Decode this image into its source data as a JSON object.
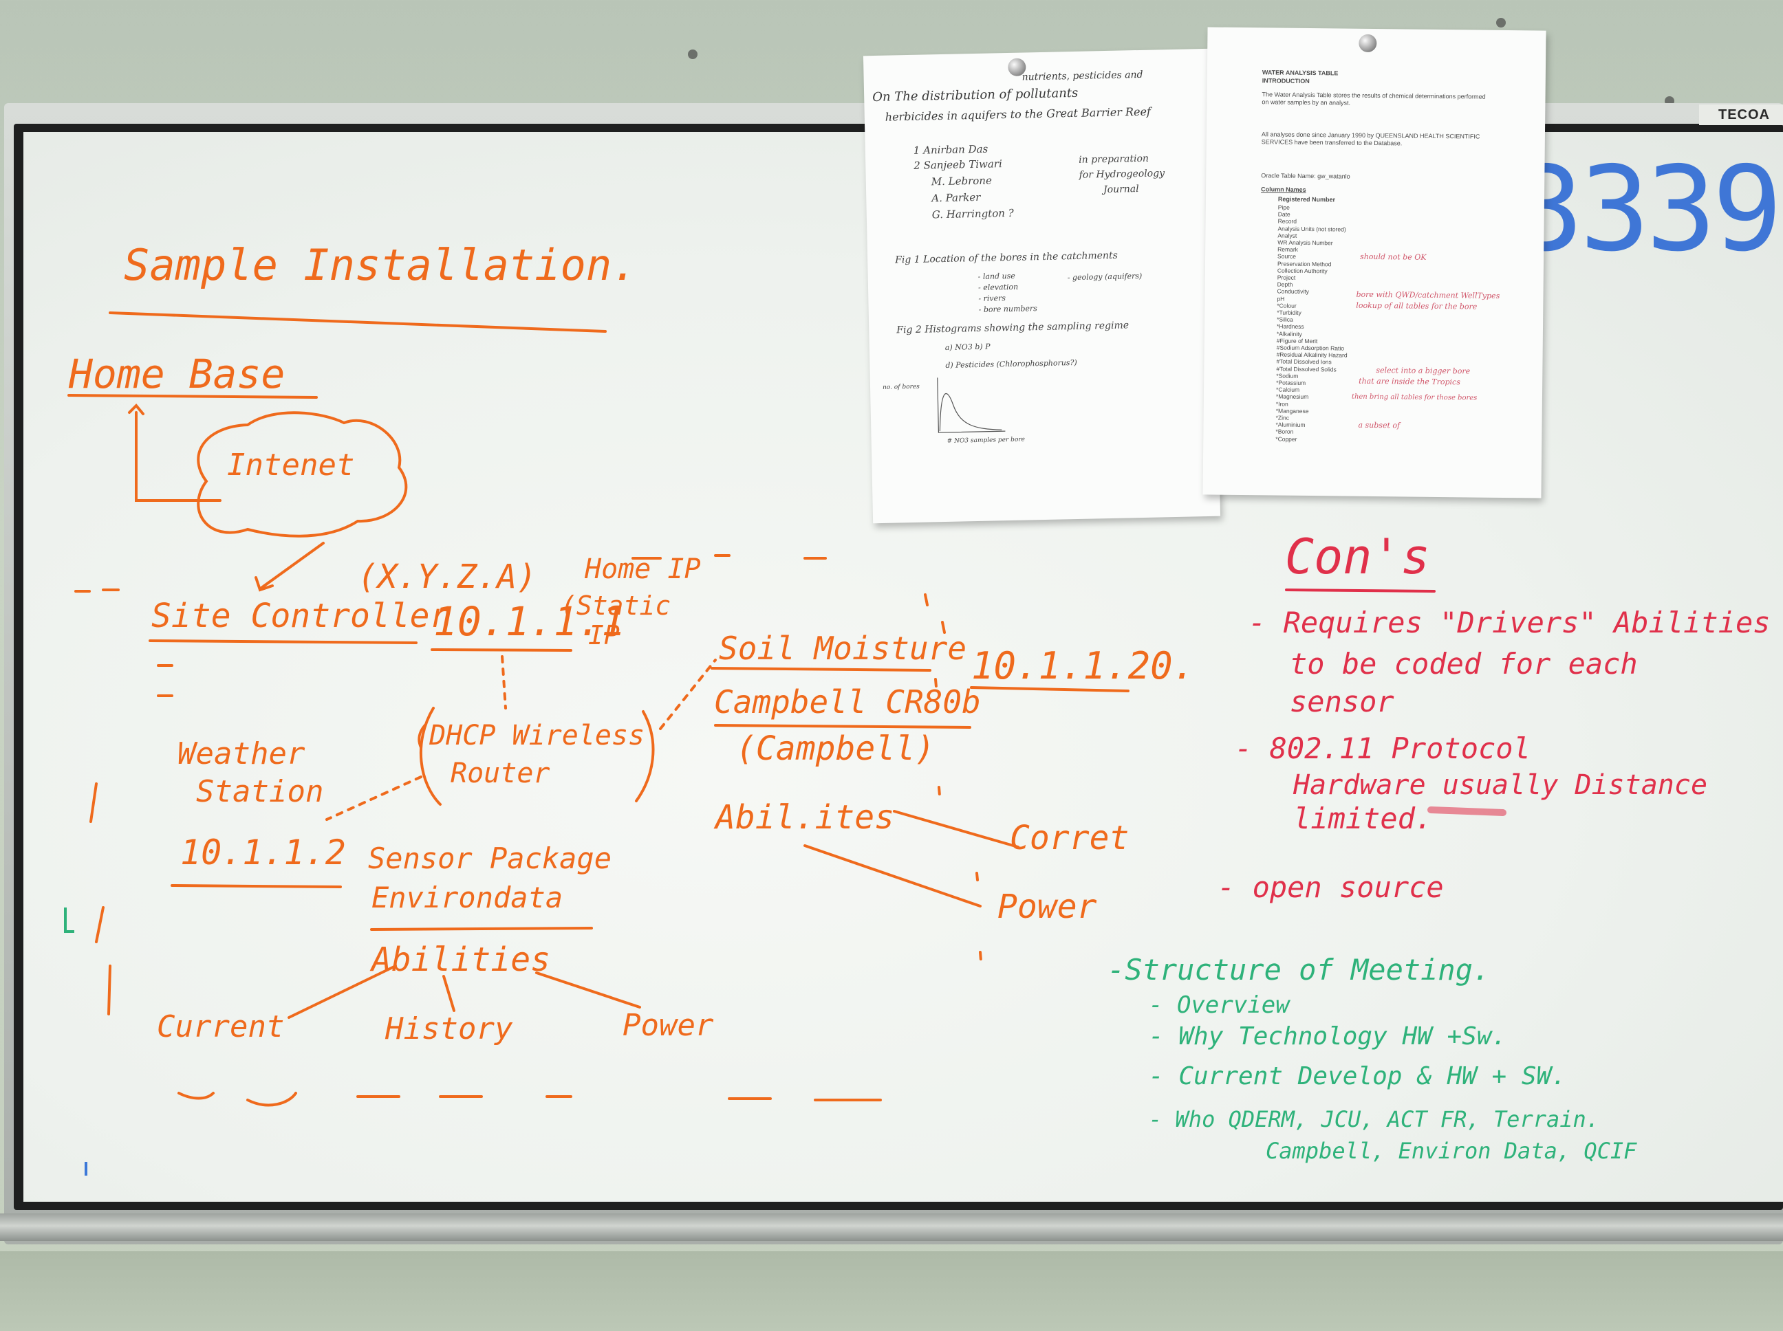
{
  "brand": "TECOA",
  "big_number": "3339",
  "left_diagram": {
    "title": "Sample Installation.",
    "home_base": "Home Base",
    "internet": "Intenet",
    "xyza": "(X.Y.Z.A)",
    "home_ip": "Home IP",
    "site_controller": "Site Controller",
    "site_ip": "10.1.1.1",
    "static": "(Static",
    "static_ip": "IP",
    "router_line1": "(DHCP Wireless",
    "router_line2": "Router",
    "weather_line1": "Weather",
    "weather_line2": "Station",
    "weather_ip": "10.1.1.2",
    "sensor_line1": "Sensor Package",
    "sensor_line2": "Environdata",
    "abilities": "Abilities",
    "current": "Current",
    "history": "History",
    "power": "Power",
    "soil": "Soil Moisture",
    "soil_ip": "10.1.1.20.",
    "campbell_model": "Campbell CR80b",
    "campbell": "(Campbell)",
    "abilities2": "Abil.ites",
    "current2": "Corret",
    "power2": "Power"
  },
  "cons": {
    "title": "Con's",
    "items": [
      "- Requires \"Drivers\" Abilities",
      "to be coded for each",
      "sensor",
      "- 802.11   Protocol",
      "Hardware usually Distance",
      "limited.",
      "- open source"
    ]
  },
  "meeting": {
    "title": "-Structure  of Meeting.",
    "items": [
      "- Overview",
      "- Why  Technology HW +Sw.",
      "- Current  Develop & HW + SW.",
      "- Who  QDERM, JCU, ACT FR, Terrain.",
      "Campbell, Environ Data, QCIF"
    ]
  },
  "paper_left": {
    "title_line1": "On The distribution of pollutants",
    "title_line2": "nutrients, pesticides and",
    "title_line3": "herbicides in aquifers to the Great Barrier Reef",
    "authors": [
      "1 Anirban Das",
      "2 Sanjeeb Tiwari",
      "M. Lebrone",
      "A. Parker",
      "G. Harrington ?"
    ],
    "note_line1": "in preparation",
    "note_line2": "for Hydrogeology",
    "note_line3": "Journal",
    "fig1": "Fig 1   Location of the bores in the catchments",
    "fig1_items": [
      "- land use",
      "- elevation",
      "- rivers",
      "- bore numbers"
    ],
    "fig1_geo": "- geology (aquifers)",
    "fig2": "Fig 2   Histograms showing the sampling regime",
    "fig2_items": [
      "a) NO3  b) P",
      "d) Pesticides (Chlorophosphorus?)"
    ],
    "axis_y": "no. of bores",
    "axis_x": "# NO3 samples per bore"
  },
  "paper_right": {
    "heading1": "WATER ANALYSIS TABLE",
    "heading2": "INTRODUCTION",
    "para1": "The Water Analysis Table stores the results of chemical determinations performed on water samples by an analyst.",
    "para2": "All analyses done since January 1990 by QUEENSLAND HEALTH SCIENTIFIC SERVICES have been transferred to the Database.",
    "oracle": "Oracle Table Name: gw_watanlo",
    "col_header": "Column Names",
    "reg": "Registered Number",
    "columns": [
      "Pipe",
      "Date",
      "Record",
      "Analysis Units (not stored)",
      "Analyst",
      "WR Analysis Number",
      "Remark",
      "Source",
      "Preservation Method",
      "Collection Authority",
      "Project",
      "Depth",
      "Conductivity",
      "pH",
      "*Colour",
      "*Turbidity",
      "*Silica",
      "*Hardness",
      "*Alkalinity",
      "#Figure of Merit",
      "#Sodium Adsorption Ratio",
      "#Residual Alkalinity Hazard",
      "#Total Dissolved Ions",
      "#Total Dissolved Solids",
      "*Sodium",
      "*Potassium",
      "*Calcium",
      "*Magnesium",
      "*Iron",
      "*Manganese",
      "*Zinc",
      "*Aluminium",
      "*Boron",
      "*Copper"
    ],
    "red_note1": "should not be OK",
    "red_note2": "bore with QWD/catchment WellTypes",
    "red_note3": "lookup of all tables for the bore",
    "red_note4": "select into a bigger bore",
    "red_note5": "that are inside the Tropics",
    "red_note6": "then bring all tables for those bores",
    "red_note7": "a subset of"
  }
}
